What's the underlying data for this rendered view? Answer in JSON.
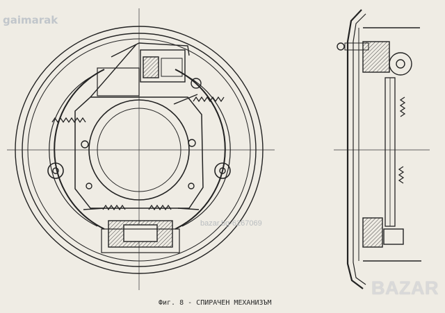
{
  "watermarks": {
    "site_top": "gaimarak",
    "site_mid": "bazar.bg-6267069",
    "logo": "BAZAR"
  },
  "caption": "Фиг. 8 - СПИРАЧЕН МЕХАНИЗЪМ",
  "colors": {
    "paper": "#efece4",
    "ink": "#222222",
    "hatch": "#555555",
    "watermark": "#b9c0c7"
  }
}
